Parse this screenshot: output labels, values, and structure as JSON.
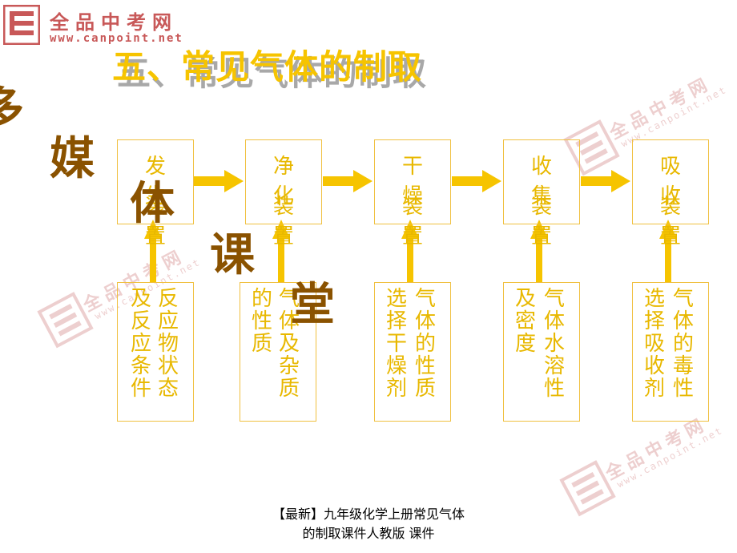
{
  "logo": {
    "name": "全品中考网",
    "url": "www.canpoint.net"
  },
  "title": "五、常见气体的制取",
  "decor": [
    "多",
    "媒",
    "体",
    "课",
    "堂"
  ],
  "stages": [
    {
      "line1": "发 生",
      "line2": "装 置"
    },
    {
      "line1": "净 化",
      "line2": "装 置"
    },
    {
      "line1": "干 燥",
      "line2": "装 置"
    },
    {
      "line1": "收 集",
      "line2": "装 置"
    },
    {
      "line1": "吸 收",
      "line2": "装 置"
    }
  ],
  "notes": [
    {
      "left": "及反应条件",
      "right": "反应物状态"
    },
    {
      "left": "的性质",
      "right": "气体及杂质"
    },
    {
      "left": "选择干燥剂",
      "right": "气体的性质"
    },
    {
      "left": "及密度",
      "right": "气体水溶性"
    },
    {
      "left": "选择吸收剂",
      "right": "气体的毒性"
    }
  ],
  "watermark": {
    "name": "全品中考网",
    "url": "www.canpoint.net"
  },
  "caption": {
    "line1": "【最新】九年级化学上册常见气体",
    "line2": "的制取课件人教版 课件"
  },
  "colors": {
    "accent": "#f6c400",
    "box_text": "#e8b800",
    "decor": "#8a5200",
    "logo": "#c85858"
  }
}
